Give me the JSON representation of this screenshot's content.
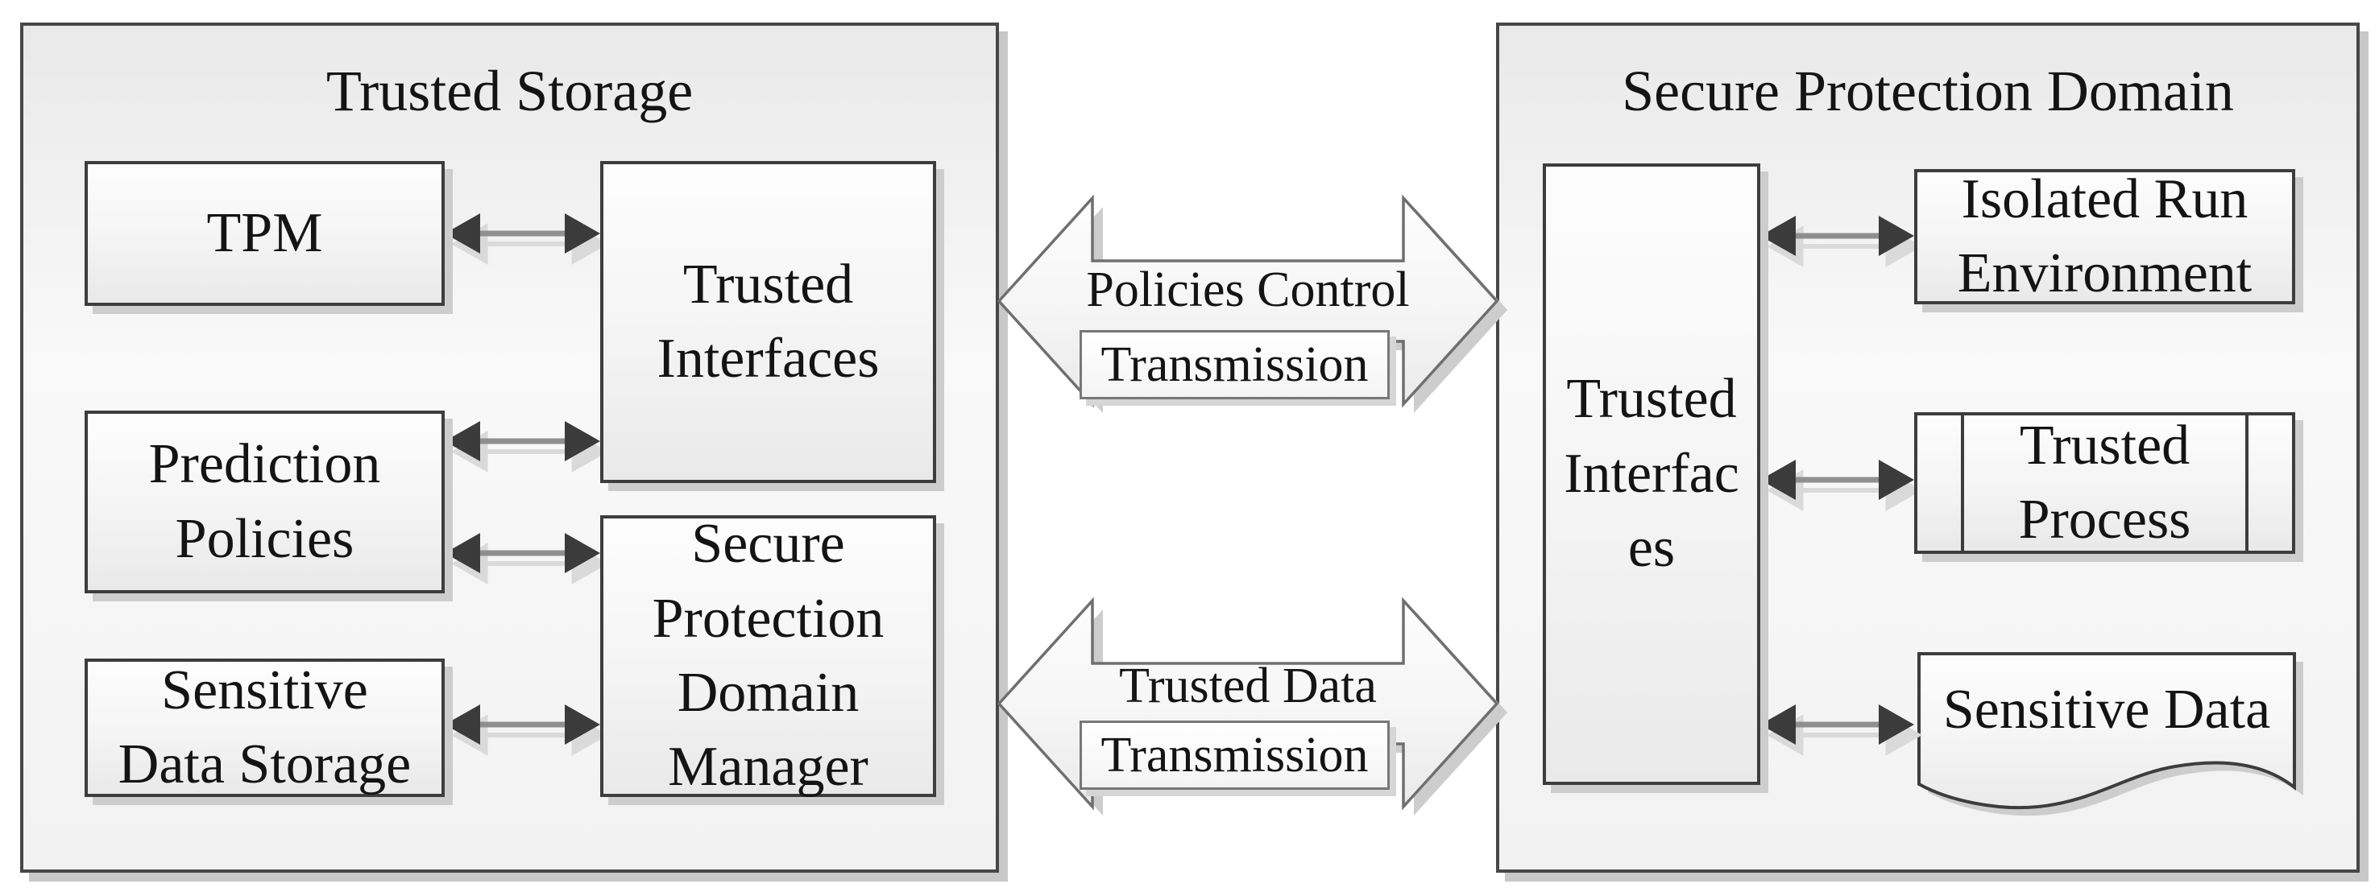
{
  "left_panel": {
    "title": "Trusted Storage",
    "boxes": {
      "tpm": "TPM",
      "trusted_interfaces": "Trusted\nInterfaces",
      "prediction_policies": "Prediction\nPolicies",
      "secure_protection_domain_manager": "Secure\nProtection\nDomain\nManager",
      "sensitive_data_storage": "Sensitive\nData Storage"
    }
  },
  "right_panel": {
    "title": "Secure Protection Domain",
    "boxes": {
      "trusted_interfaces": "Trusted\nInterfac\nes",
      "isolated_run_environment": "Isolated Run\nEnvironment",
      "trusted_process": "Trusted\nProcess",
      "sensitive_data": "Sensitive Data"
    }
  },
  "connectors": {
    "policies_control": {
      "line1": "Policies Control",
      "line2": "Transmission"
    },
    "trusted_data": {
      "line1": "Trusted Data",
      "line2": "Transmission"
    }
  },
  "colors": {
    "box_border": "#3d3d3d",
    "panel_border": "#474747",
    "arrow_dark": "#3b3b3b",
    "block_arrow_outline": "#6f6f6f",
    "shadow": "#c9c9c9"
  }
}
